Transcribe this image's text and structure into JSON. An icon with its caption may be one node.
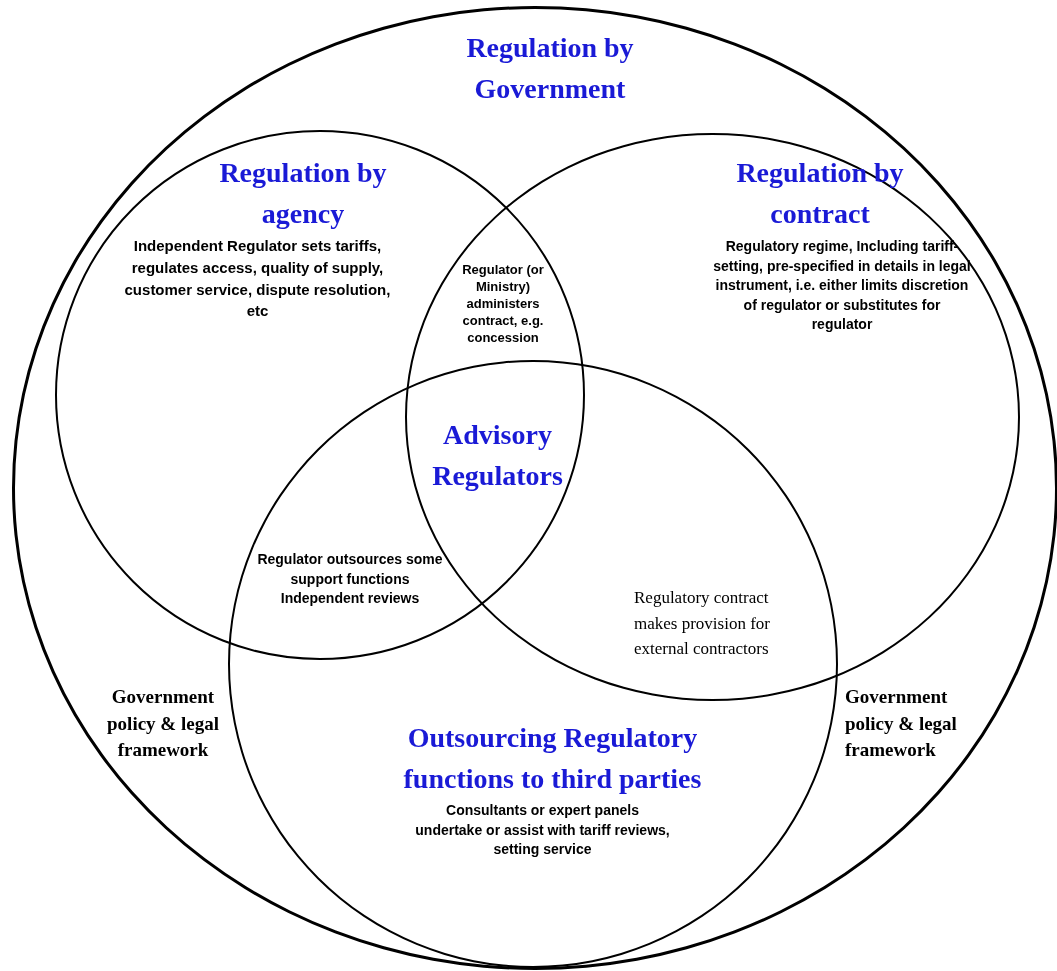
{
  "diagram": {
    "nodes": [
      {
        "text": [
          "Regulation by Government"
        ]
      },
      {
        "text": [
          "Regulation by agency",
          "Independent Regulator sets tariffs, regulates access, quality of supply, customer service, dispute resolution, etc"
        ],
        "in": 0
      },
      {
        "text": [
          "Regulation by contract",
          "Regulatory regime, Including tariff-setting, pre-specified in details in legal instrument, i.e. either limits discretion of regulator or substitutes for regulator"
        ],
        "in": 0
      },
      {
        "text": [
          "Outsourcing Regulatory functions to third parties",
          "Consultants or expert panels undertake or assist with tariff reviews, setting service"
        ],
        "in": 0
      }
    ],
    "labels": [
      "Regulator (or Ministry) administers contract, e.g. concession",
      "Advisory Regulators",
      "Regulator outsources some support functions Independent reviews",
      "Regulatory contract makes provision for external contractors",
      "Government policy & legal framework",
      "Government policy & legal framework"
    ]
  }
}
